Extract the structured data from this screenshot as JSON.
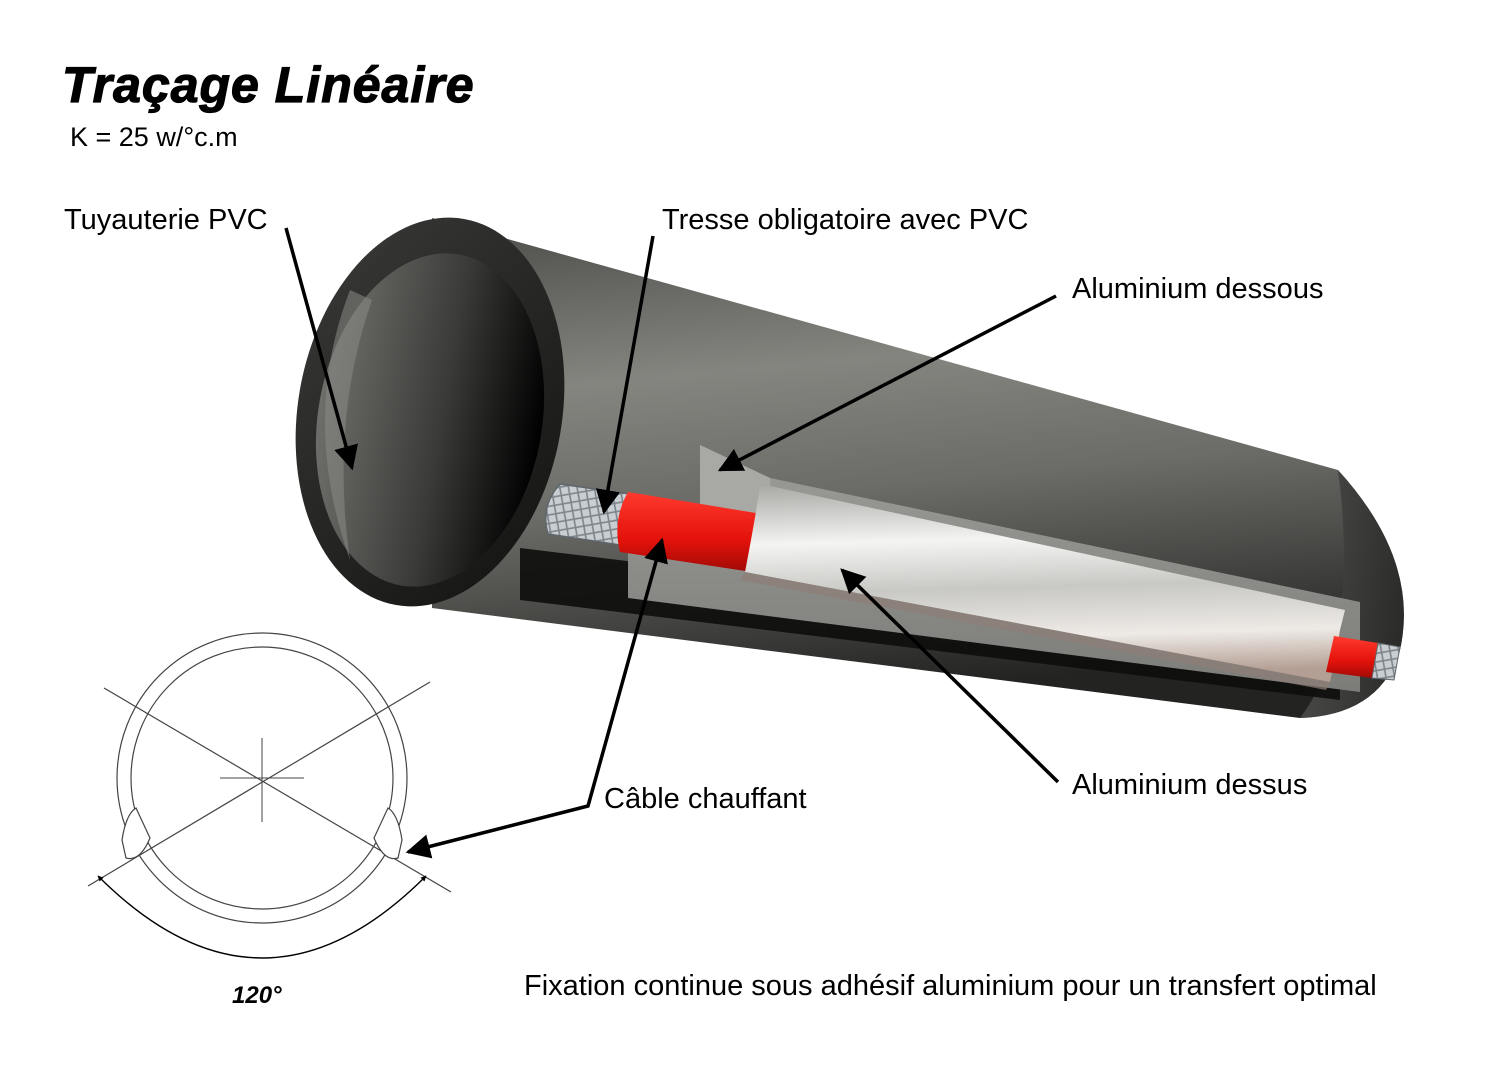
{
  "header": {
    "title": "Traçage Linéaire",
    "subtitle": "K = 25 w/°c.m"
  },
  "labels": {
    "pipe": "Tuyauterie PVC",
    "braid": "Tresse obligatoire avec PVC",
    "alu_under": "Aluminium dessous",
    "alu_over": "Aluminium dessus",
    "cable": "Câble chauffant"
  },
  "section_drawing": {
    "angle": "120°"
  },
  "caption": "Fixation continue sous adhésif aluminium pour un transfert optimal",
  "colors": {
    "pipe": "#5f5f5a",
    "pipe_interior": "#0a0a0a",
    "cable_jacket": "#e3120b",
    "aluminium": "#d8d8d6",
    "braid": "#b8bfc4",
    "arrow": "#000000"
  }
}
